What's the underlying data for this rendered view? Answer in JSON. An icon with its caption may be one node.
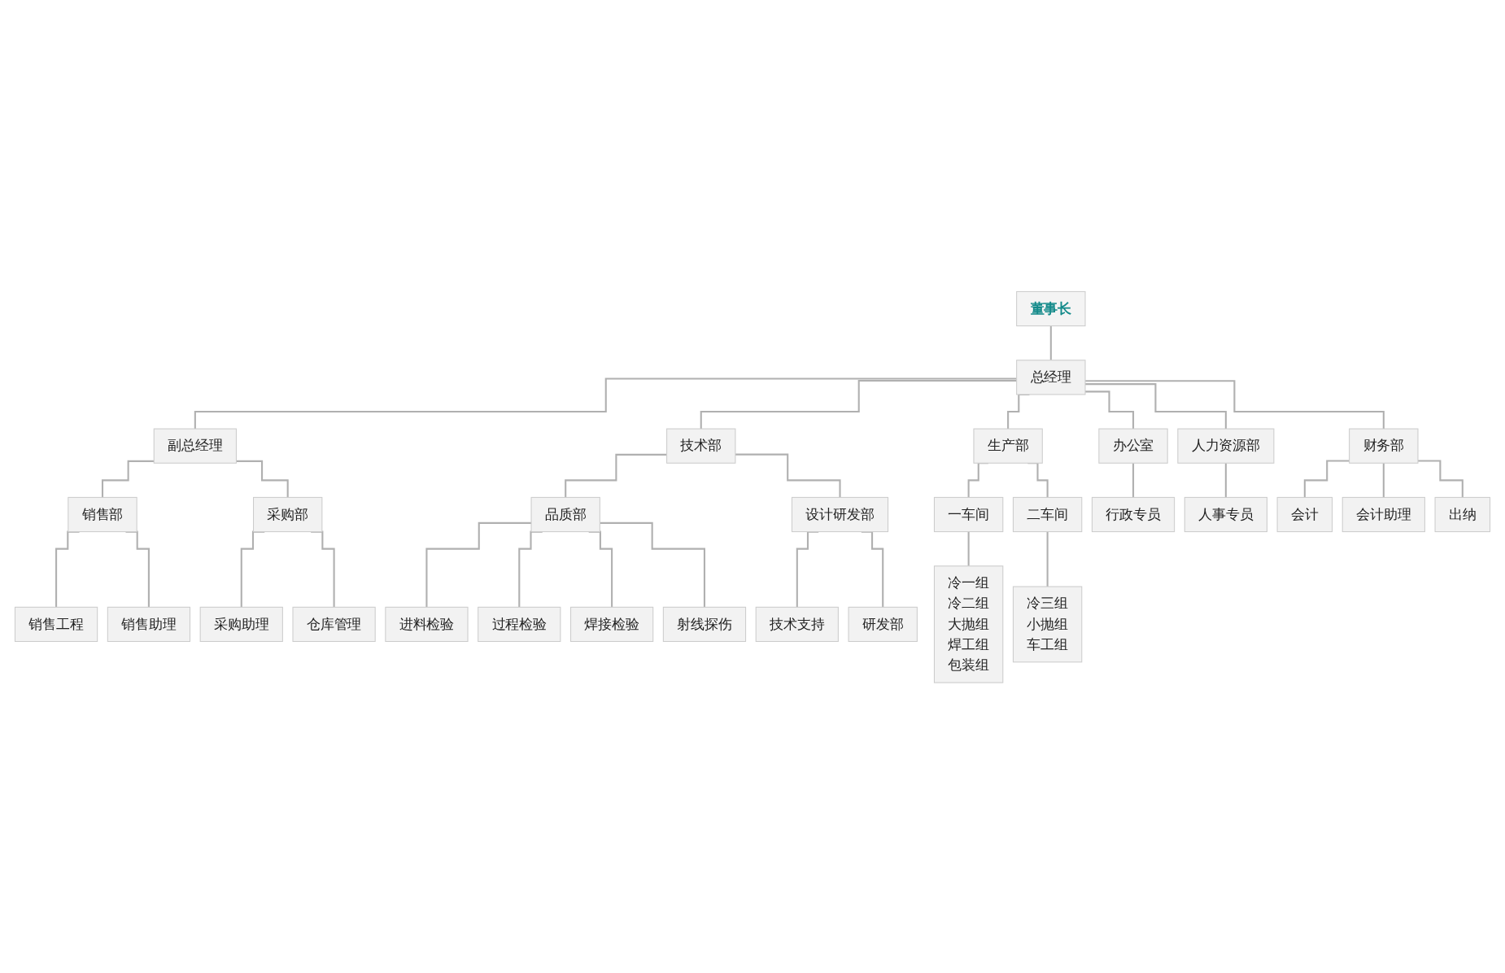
{
  "diagram": {
    "nodes": [
      {
        "text": [
          "董事长"
        ]
      },
      {
        "text": [
          "总经理"
        ]
      },
      {
        "text": [
          "副总经理"
        ]
      },
      {
        "text": [
          "技术部"
        ]
      },
      {
        "text": [
          "生产部"
        ]
      },
      {
        "text": [
          "销售部"
        ]
      },
      {
        "text": [
          "采购部"
        ]
      },
      {
        "text": [
          "品质部"
        ]
      },
      {
        "text": [
          "设计研发部"
        ]
      },
      {
        "text": [
          "一车间"
        ]
      },
      {
        "text": [
          "二车间"
        ]
      },
      {
        "text": [
          "办公室"
        ]
      },
      {
        "text": [
          "人力资源部"
        ]
      },
      {
        "text": [
          "财务部"
        ]
      },
      {
        "text": [
          "销售工程"
        ]
      },
      {
        "text": [
          "销售助理"
        ]
      },
      {
        "text": [
          "采购助理"
        ]
      },
      {
        "text": [
          "仓库管理"
        ]
      },
      {
        "text": [
          "进料检验"
        ]
      },
      {
        "text": [
          "过程检验"
        ]
      },
      {
        "text": [
          "焊接检验"
        ]
      },
      {
        "text": [
          "射线探伤"
        ]
      },
      {
        "text": [
          "技术支持"
        ]
      },
      {
        "text": [
          "研发部"
        ]
      },
      {
        "text": [
          "冷一组",
          "冷二组",
          "大抛组",
          "焊工组",
          "包装组"
        ]
      },
      {
        "text": [
          "冷三组",
          "小抛组",
          "车工组"
        ]
      },
      {
        "text": [
          "行政专员"
        ]
      },
      {
        "text": [
          "人事专员"
        ]
      },
      {
        "text": [
          "会计"
        ]
      },
      {
        "text": [
          "会计助理"
        ]
      },
      {
        "text": [
          "出纳"
        ]
      }
    ],
    "edges": [
      {
        "from": 0,
        "to": 1,
        "arrow": "none"
      },
      {
        "from": 1,
        "to": 2,
        "arrow": "none"
      },
      {
        "from": 1,
        "to": 3,
        "arrow": "none"
      },
      {
        "from": 1,
        "to": 4,
        "arrow": "none"
      },
      {
        "from": 1,
        "to": 11,
        "arrow": "none"
      },
      {
        "from": 1,
        "to": 12,
        "arrow": "none"
      },
      {
        "from": 1,
        "to": 13,
        "arrow": "none"
      },
      {
        "from": 2,
        "to": 5,
        "arrow": "none"
      },
      {
        "from": 2,
        "to": 6,
        "arrow": "none"
      },
      {
        "from": 3,
        "to": 7,
        "arrow": "none"
      },
      {
        "from": 3,
        "to": 8,
        "arrow": "none"
      },
      {
        "from": 4,
        "to": 9,
        "arrow": "none"
      },
      {
        "from": 4,
        "to": 10,
        "arrow": "none"
      },
      {
        "from": 5,
        "to": 14,
        "arrow": "none"
      },
      {
        "from": 5,
        "to": 15,
        "arrow": "none"
      },
      {
        "from": 6,
        "to": 16,
        "arrow": "none"
      },
      {
        "from": 6,
        "to": 17,
        "arrow": "none"
      },
      {
        "from": 7,
        "to": 18,
        "arrow": "none"
      },
      {
        "from": 7,
        "to": 19,
        "arrow": "none"
      },
      {
        "from": 7,
        "to": 20,
        "arrow": "none"
      },
      {
        "from": 7,
        "to": 21,
        "arrow": "none"
      },
      {
        "from": 8,
        "to": 22,
        "arrow": "none"
      },
      {
        "from": 8,
        "to": 23,
        "arrow": "none"
      },
      {
        "from": 9,
        "to": 24,
        "arrow": "none"
      },
      {
        "from": 10,
        "to": 25,
        "arrow": "none"
      },
      {
        "from": 11,
        "to": 26,
        "arrow": "none"
      },
      {
        "from": 12,
        "to": 27,
        "arrow": "none"
      },
      {
        "from": 13,
        "to": 28,
        "arrow": "none"
      },
      {
        "from": 13,
        "to": 29,
        "arrow": "none"
      },
      {
        "from": 13,
        "to": 30,
        "arrow": "none"
      }
    ]
  }
}
